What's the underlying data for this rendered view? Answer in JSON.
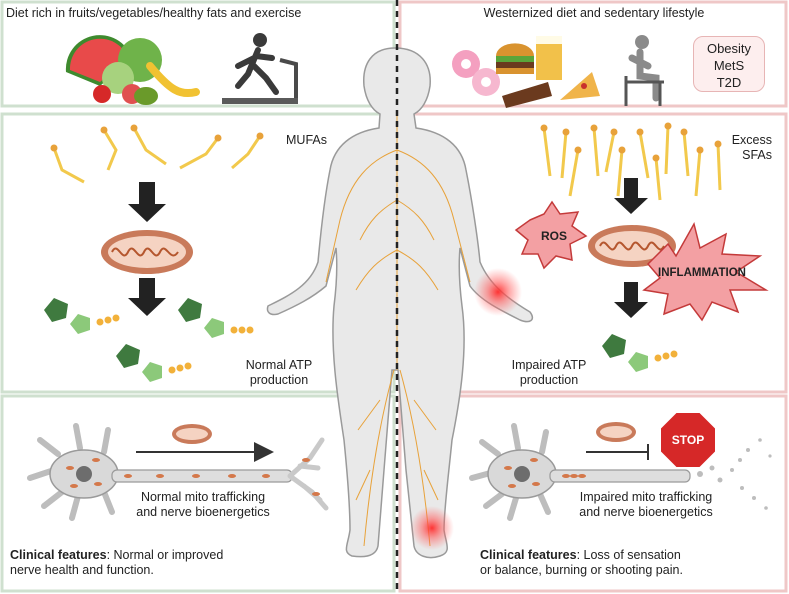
{
  "left": {
    "header": "Diet rich in fruits/vegetables/healthy fats and exercise",
    "fat_label": "MUFAs",
    "atp_label": [
      "Normal ATP",
      "production"
    ],
    "mito_label": [
      "Normal mito trafficking",
      "and nerve bioenergetics"
    ],
    "clinical_bold": "Clinical features",
    "clinical_text": [
      ": Normal or improved",
      "nerve health and function."
    ]
  },
  "right": {
    "header": "Westernized diet and sedentary lifestyle",
    "badge": [
      "Obesity",
      "MetS",
      "T2D"
    ],
    "fat_label": [
      "Excess",
      "SFAs"
    ],
    "ros": "ROS",
    "inflammation": "INFLAMMATION",
    "atp_label": [
      "Impaired ATP",
      "production"
    ],
    "stop": "STOP",
    "mito_label": [
      "Impaired mito trafficking",
      "and nerve bioenergetics"
    ],
    "clinical_bold": "Clinical features",
    "clinical_text": [
      ": Loss of sensation",
      "or balance, burning or shooting pain."
    ]
  },
  "colors": {
    "left_border": "#cfe0cf",
    "right_border": "#efc7c7",
    "lipid": "#f2c94c",
    "mito_outer": "#c97a5a",
    "atp_pentagon_dark": "#3f7a3f",
    "atp_pentagon_light": "#8cc97a",
    "nerve": "#e8a23a",
    "stop_red": "#d62828"
  }
}
